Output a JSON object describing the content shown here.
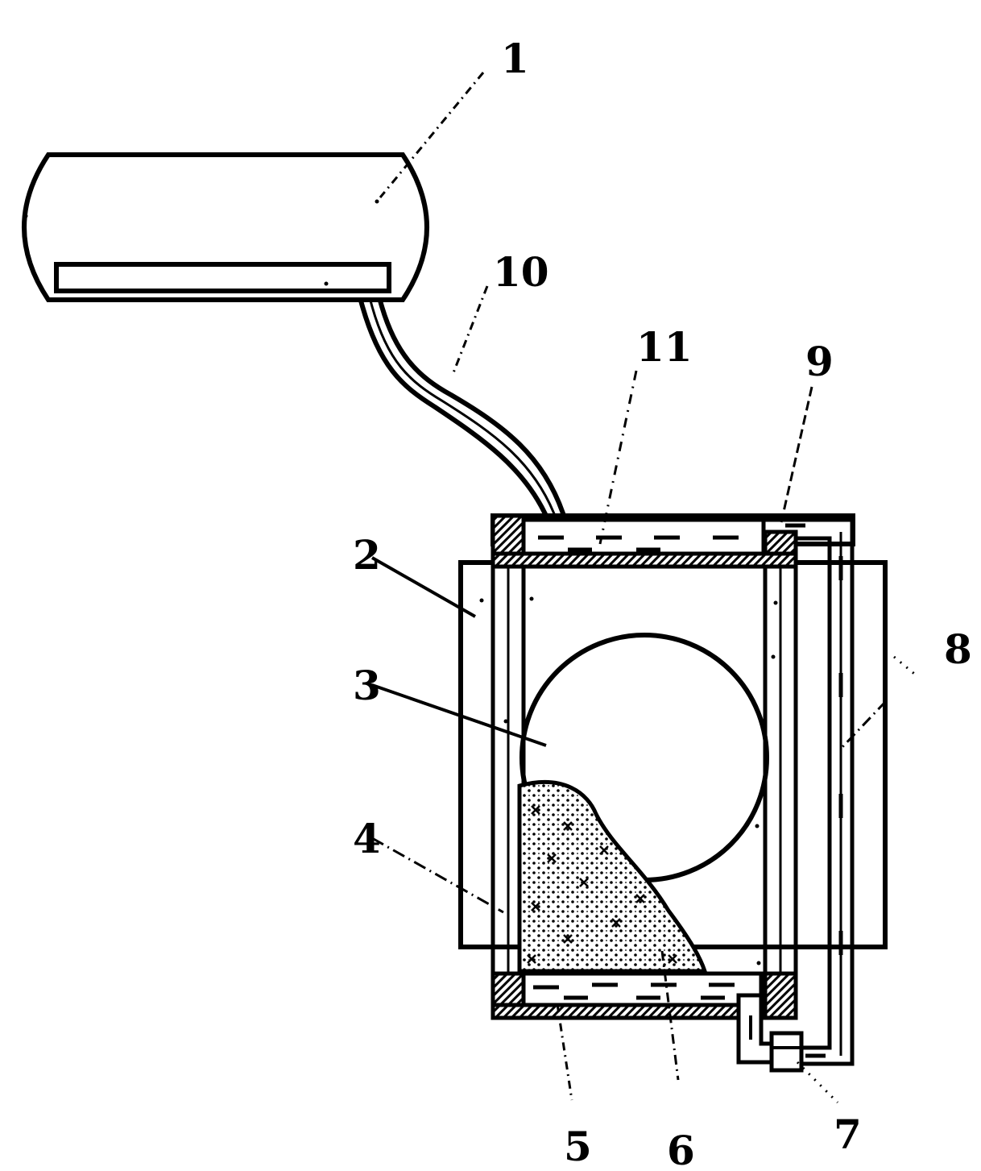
{
  "labels": {
    "l1": "1",
    "l2": "2",
    "l3": "3",
    "l4": "4",
    "l5": "5",
    "l6": "6",
    "l7": "7",
    "l8": "8",
    "l9": "9",
    "l10": "10",
    "l11": "11"
  },
  "colors": {
    "ink": "#000000",
    "background": "#ffffff"
  }
}
